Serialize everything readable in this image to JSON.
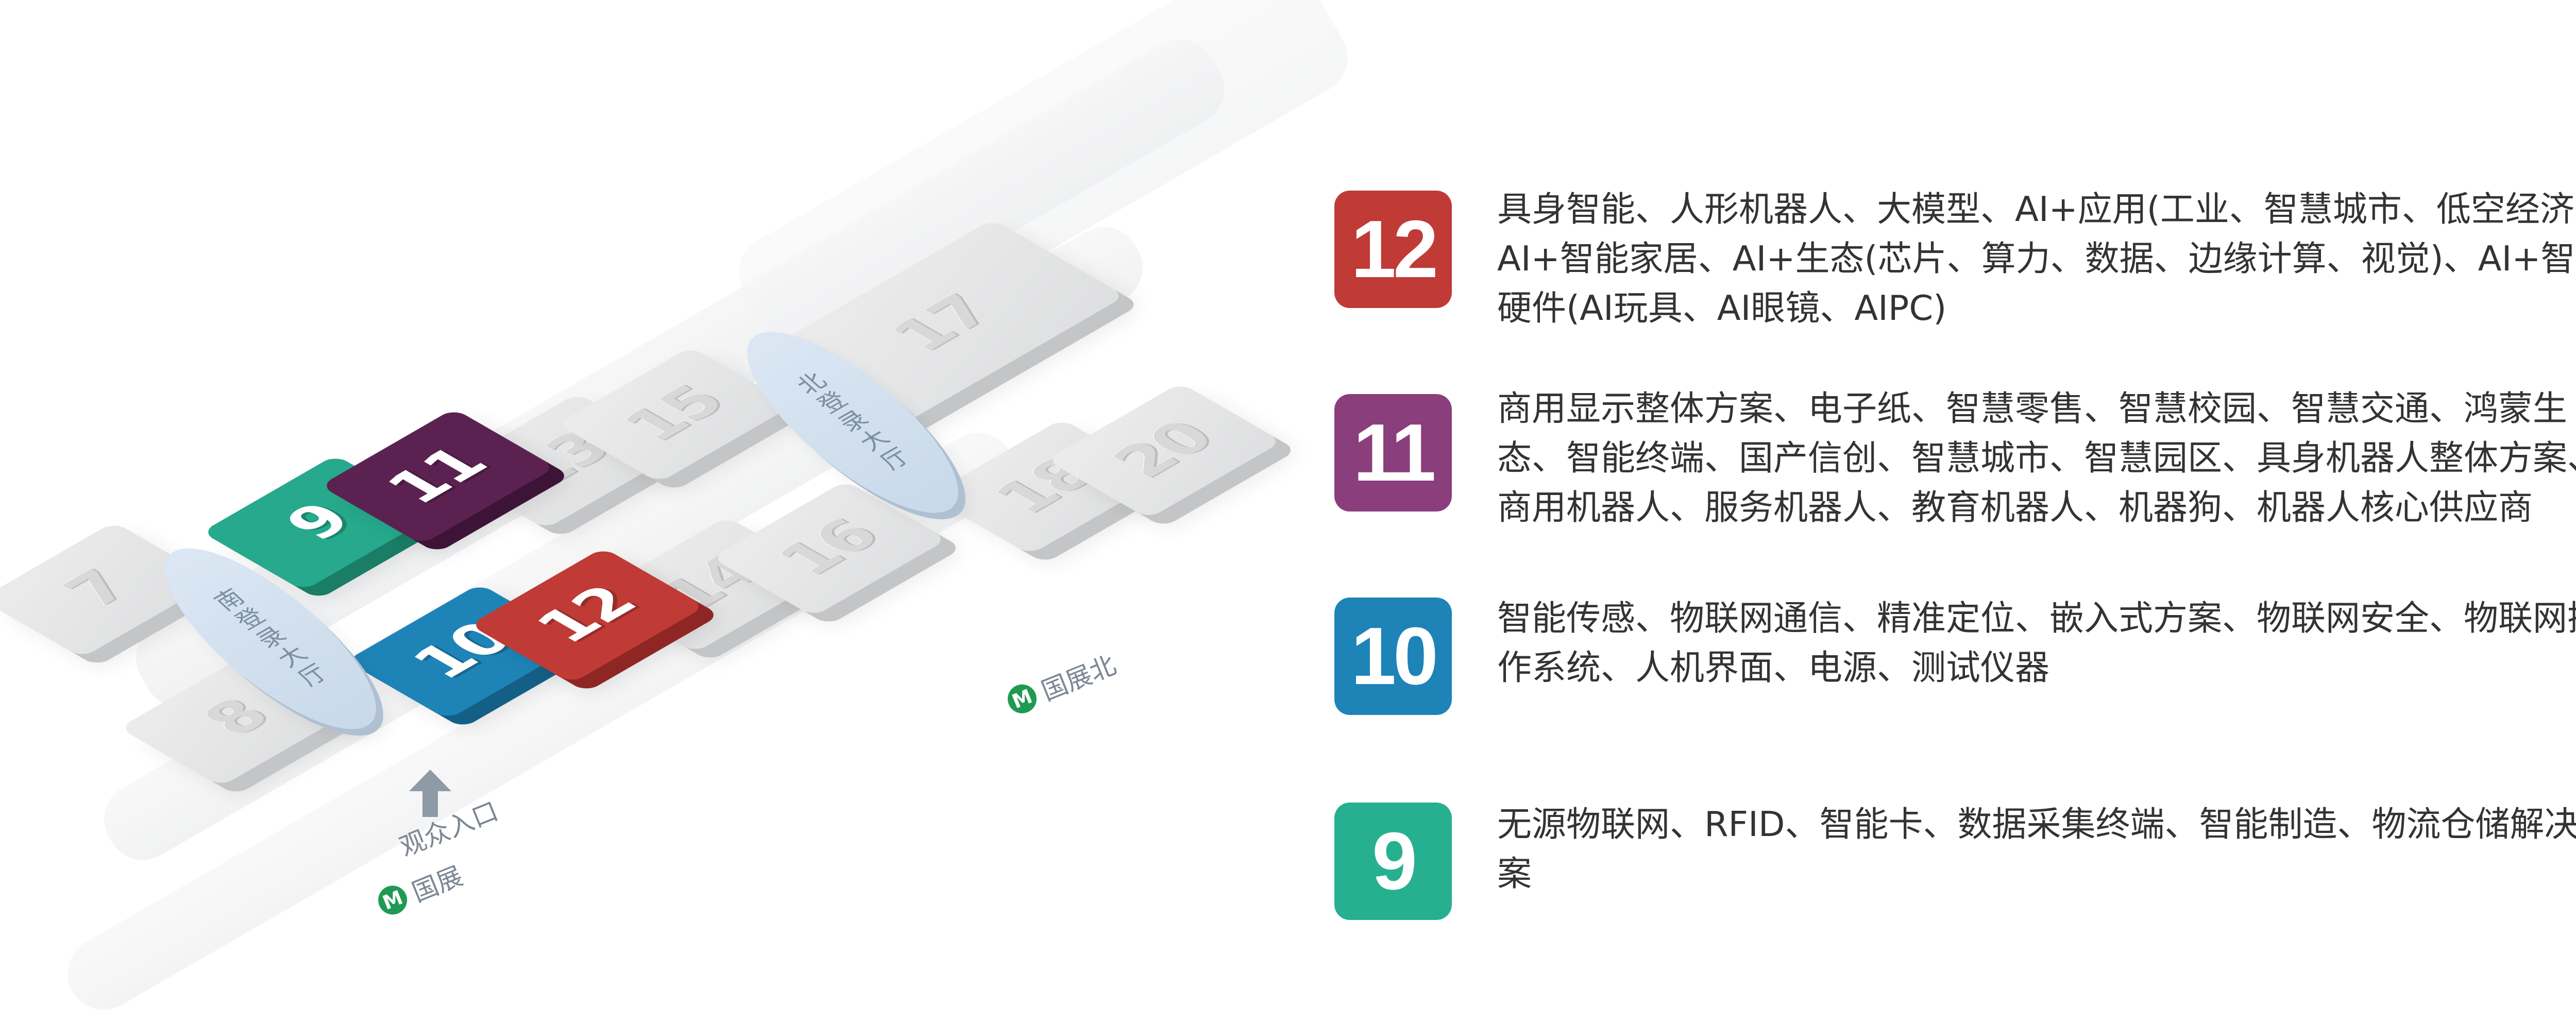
{
  "map": {
    "halls": [
      {
        "id": "h7",
        "label": "7"
      },
      {
        "id": "h8",
        "label": "8"
      },
      {
        "id": "h9",
        "label": "9"
      },
      {
        "id": "h10",
        "label": "10"
      },
      {
        "id": "h11",
        "label": "11"
      },
      {
        "id": "h12",
        "label": "12"
      },
      {
        "id": "h13",
        "label": "13"
      },
      {
        "id": "h14",
        "label": "14"
      },
      {
        "id": "h15",
        "label": "15"
      },
      {
        "id": "h16",
        "label": "16"
      },
      {
        "id": "h17",
        "label": "17"
      },
      {
        "id": "h18",
        "label": "18"
      },
      {
        "id": "h20",
        "label": "20"
      }
    ],
    "south_lobby": "南登录大厅",
    "north_lobby": "北登录大厅",
    "entrance_label": "观众入口",
    "metro_guozhan": "国展",
    "metro_guozhan_north": "国展北",
    "metro_icon": "metro-icon"
  },
  "legend": [
    {
      "hall": "12",
      "color": "#c03a36",
      "text": "具身智能、人形机器人、大模型、AI+应用(工业、智慧城市、低空经济)、AI+智能家居、AI+生态(芯片、算力、数据、边缘计算、视觉)、AI+智能硬件(AI玩具、AI眼镜、AIPC)"
    },
    {
      "hall": "11",
      "color": "#8b3e7c",
      "text": "商用显示整体方案、电子纸、智慧零售、智慧校园、智慧交通、鸿蒙生态、智能终端、国产信创、智慧城市、智慧园区、具身机器人整体方案、商用机器人、服务机器人、教育机器人、机器狗、机器人核心供应商"
    },
    {
      "hall": "10",
      "color": "#1e84b8",
      "text": "智能传感、物联网通信、精准定位、嵌入式方案、物联网安全、物联网操作系统、人机界面、电源、测试仪器"
    },
    {
      "hall": "9",
      "color": "#26b08f",
      "text": "无源物联网、RFID、智能卡、数据采集终端、智能制造、物流仓储解决方案"
    }
  ]
}
